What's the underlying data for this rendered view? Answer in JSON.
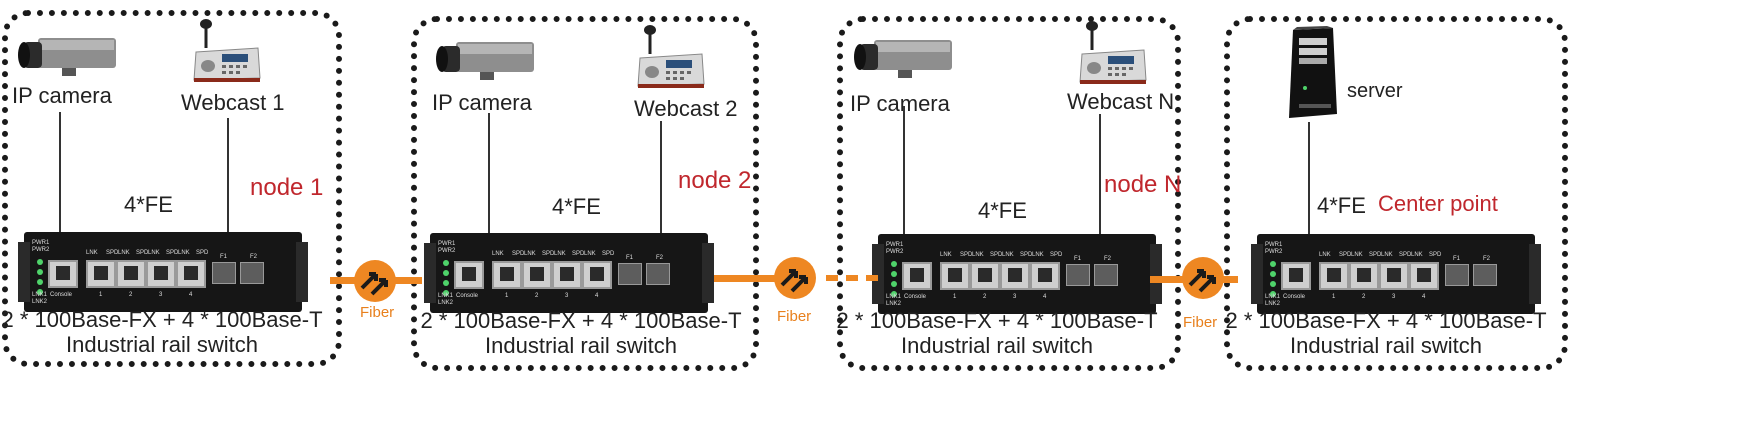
{
  "nodes": [
    {
      "camera_label": "IP camera",
      "webcast_label": "Webcast 1",
      "fe_label": "4*FE",
      "node_label": "node 1",
      "caption_line1": "2 * 100Base-FX + 4 * 100Base-T",
      "caption_line2": "Industrial rail switch"
    },
    {
      "camera_label": "IP camera",
      "webcast_label": "Webcast 2",
      "fe_label": "4*FE",
      "node_label": "node 2",
      "caption_line1": "2 * 100Base-FX + 4 * 100Base-T",
      "caption_line2": "Industrial rail switch"
    },
    {
      "camera_label": "IP camera",
      "webcast_label": "Webcast N",
      "fe_label": "4*FE",
      "node_label": "node N",
      "caption_line1": "2 * 100Base-FX + 4 * 100Base-T",
      "caption_line2": "Industrial rail switch"
    }
  ],
  "center": {
    "server_label": "server",
    "fe_label": "4*FE",
    "point_label": "Center point",
    "caption_line1": "2 * 100Base-FX + 4 * 100Base-T",
    "caption_line2": "Industrial rail switch"
  },
  "fiber_label": "Fiber",
  "switch_panel": {
    "pwr1": "PWR1",
    "pwr2": "PWR2",
    "lnk1": "LNK1",
    "lnk2": "LNK2",
    "console": "Console",
    "lnk": "LNK",
    "spd": "SPD",
    "port1": "1",
    "port2": "2",
    "port3": "3",
    "port4": "4",
    "f1": "F1",
    "f2": "F2"
  },
  "colors": {
    "node_label": "#c0272d",
    "fiber": "#ee8722",
    "border": "#1a1a1a"
  },
  "icons": {
    "camera": "ip-camera-icon",
    "webcast": "webcast-console-icon",
    "server": "server-tower-icon",
    "fiber": "fiber-link-icon",
    "switch": "industrial-switch-icon"
  }
}
